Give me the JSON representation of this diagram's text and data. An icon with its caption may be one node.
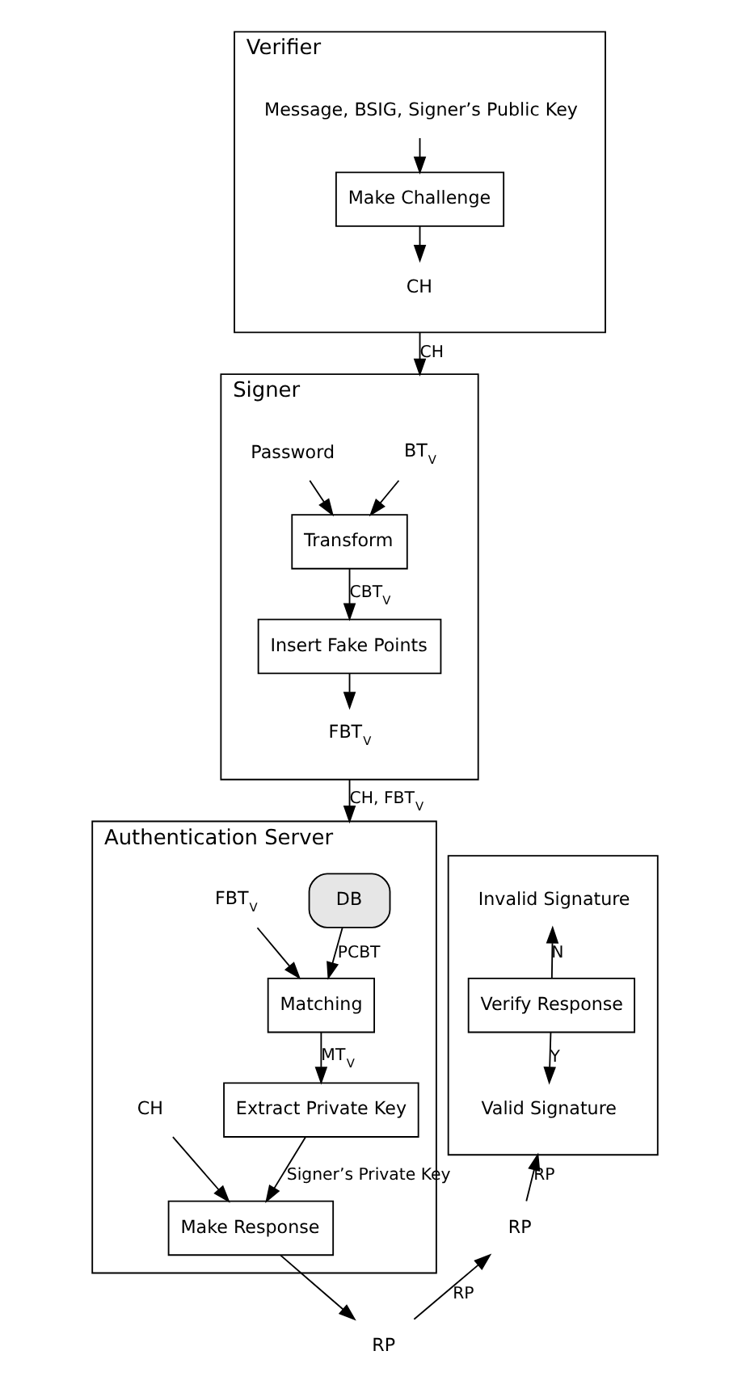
{
  "diagram": {
    "nodes": [
      {
        "text": [],
        "shape": "box",
        "beside": [
          "Verifier"
        ]
      },
      {
        "text": [
          "Message, BSIG, Signer’s Public Key"
        ],
        "in": 0
      },
      {
        "text": [
          "Make Challenge"
        ],
        "in": 0
      },
      {
        "text": [
          "CH"
        ],
        "in": 0
      },
      {
        "text": [],
        "shape": "box"
      },
      {
        "text": [
          "Invalid Signature"
        ],
        "in": 4
      },
      {
        "text": [
          "Verify Response"
        ],
        "in": 4
      },
      {
        "text": [
          "Valid Signature"
        ],
        "in": 4
      },
      {
        "text": [],
        "shape": "box",
        "beside": [
          "Signer"
        ]
      },
      {
        "text": [
          "BT$_{V}$"
        ],
        "in": 8
      },
      {
        "text": [
          "Password"
        ],
        "in": 8
      },
      {
        "text": [
          "Transform"
        ],
        "in": 8
      },
      {
        "text": [
          "Insert Fake Points"
        ],
        "in": 8
      },
      {
        "text": [
          "FBT$_{V}$"
        ],
        "in": 8
      },
      {
        "text": [],
        "shape": "box",
        "beside": [
          "Authentication Server"
        ]
      },
      {
        "text": [
          "DB"
        ],
        "in": 14
      },
      {
        "text": [
          "FBT$_{V}$"
        ],
        "in": 14
      },
      {
        "text": [
          "Matching"
        ],
        "in": 14
      },
      {
        "text": [
          "Extract Private Key"
        ],
        "in": 14
      },
      {
        "text": [
          "CH"
        ],
        "in": 14
      },
      {
        "text": [
          "Make Response"
        ],
        "in": 14
      },
      {
        "text": [
          "RP"
        ]
      },
      {
        "text": [
          "RP"
        ]
      }
    ],
    "edges": [
      {
        "from": 1,
        "to": 2,
        "arrow": "to"
      },
      {
        "from": 2,
        "to": 3,
        "arrow": "to"
      },
      {
        "from": 0,
        "to": 8,
        "arrow": "to",
        "label": "CH"
      },
      {
        "from": 6,
        "to": 5,
        "arrow": "to",
        "label": "N"
      },
      {
        "from": 6,
        "to": 7,
        "arrow": "to",
        "label": "Y"
      },
      {
        "from": 9,
        "to": 11,
        "arrow": "to"
      },
      {
        "from": 10,
        "to": 11,
        "arrow": "to"
      },
      {
        "from": 11,
        "to": 12,
        "arrow": "to",
        "label": "CBT$_{V}$"
      },
      {
        "from": 12,
        "to": 13,
        "arrow": "to"
      },
      {
        "from": 8,
        "to": 14,
        "arrow": "to",
        "label": "CH, FBT$_{V}$"
      },
      {
        "from": 15,
        "to": 17,
        "arrow": "to",
        "label": "PCBT"
      },
      {
        "from": 16,
        "to": 17,
        "arrow": "to"
      },
      {
        "from": 17,
        "to": 18,
        "arrow": "to",
        "label": "MT$_{V}$"
      },
      {
        "from": 18,
        "to": 20,
        "arrow": "to",
        "label": "Signer’s Private Key"
      },
      {
        "from": 19,
        "to": 20,
        "arrow": "to"
      },
      {
        "from": 20,
        "to": 21,
        "arrow": "to"
      },
      {
        "from": 21,
        "to": 22,
        "arrow": "to",
        "label": "RP"
      },
      {
        "from": 22,
        "to": 4,
        "arrow": "to",
        "label": "RP"
      }
    ]
  }
}
